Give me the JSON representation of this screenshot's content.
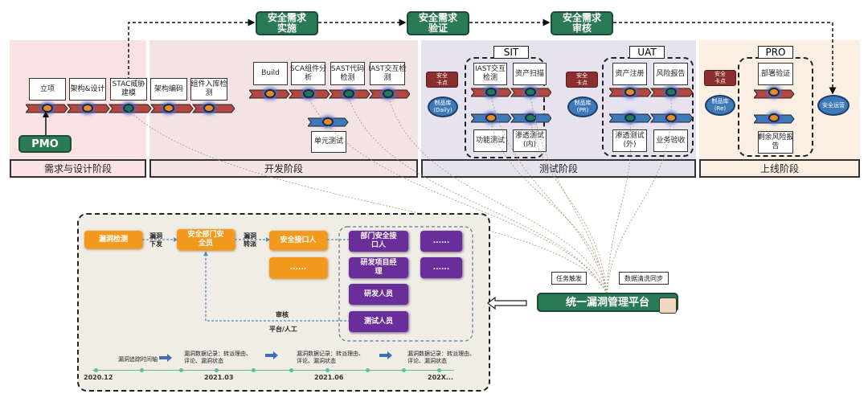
{
  "top_flow": {
    "security_boxes": [
      {
        "label": "安全需求\n实施"
      },
      {
        "label": "安全需求\n验证"
      },
      {
        "label": "安全需求\n审核"
      }
    ]
  },
  "phases": [
    {
      "label": "需求与设计阶段",
      "bg": "#fbe3e3"
    },
    {
      "label": "开发阶段",
      "bg": "#f3e3e5"
    },
    {
      "label": "测试阶段",
      "bg": "#e6e3ef"
    },
    {
      "label": "上线阶段",
      "bg": "#fbeee3"
    }
  ],
  "design_steps": [
    "立项",
    "架构&设计",
    "STAC威胁\n建模"
  ],
  "dev_steps": [
    "架构编码",
    "组件入库检\n测"
  ],
  "build_steps": [
    "Build",
    "SCA组件分\n析",
    "SAST代码\n检测",
    "IAST交互检\n测"
  ],
  "unit_test": "单元测试",
  "pmo": "PMO",
  "test_phase": {
    "gate_label": "安全\n卡点",
    "sit": {
      "title": "SIT",
      "repo": "制品库\n(Daily)",
      "top": [
        "IAST交互\n检测",
        "资产扫描"
      ],
      "bottom": [
        "功能测试",
        "渗透测试\n(内)"
      ]
    },
    "uat": {
      "title": "UAT",
      "repo": "制品库\n(PR)",
      "top": [
        "资产注册",
        "风险报告"
      ],
      "bottom": [
        "渗透测试\n(外)",
        "业务验收"
      ]
    }
  },
  "release_phase": {
    "gate_label": "安全\n卡点",
    "repo": "制品库\n(Re)",
    "title": "PRO",
    "top": "部署验证",
    "bottom": "剩余风险报\n告",
    "ops": "安全运营"
  },
  "workflow": {
    "orange": [
      "漏洞检测",
      "安全部门安\n全员",
      "安全接口人",
      "......"
    ],
    "edge_labels": [
      "漏洞\n下发",
      "漏洞\n转派"
    ],
    "purple": [
      "部门安全接\n口人",
      "研发项目经\n理",
      "研发人员",
      "测试人员",
      "......",
      "......"
    ],
    "review_label": "审核",
    "review_sub": "平台/人工"
  },
  "timeline": {
    "dates": [
      "2020.12",
      "2021.03",
      "2021.06",
      "202X..."
    ],
    "notes": [
      "漏洞追踪时间轴",
      "漏洞数据记录：转派理由、\n评论、漏洞状态",
      "漏洞数据记录：转派理由、\n评论、漏洞状态",
      "漏洞数据记录：转派理由、\n评论、漏洞状态"
    ]
  },
  "platform": {
    "title": "统一漏洞管理平台",
    "task_label": "任务触发",
    "sync_label": "数据清洗同步"
  }
}
